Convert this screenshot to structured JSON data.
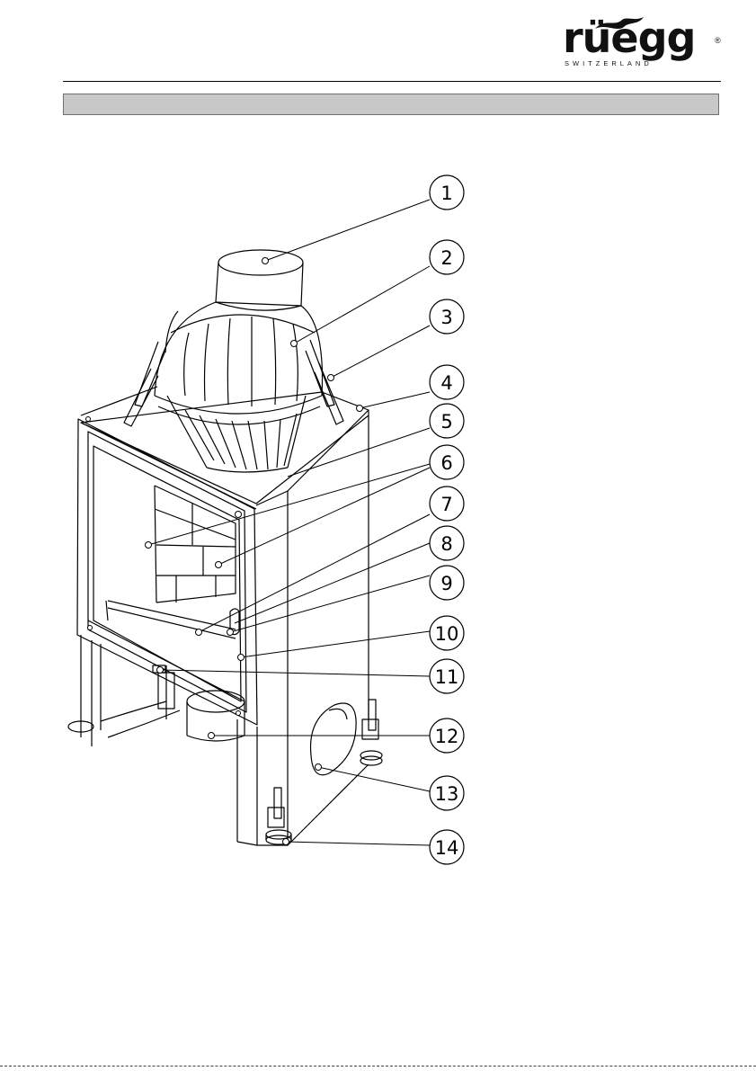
{
  "header": {
    "brand_wordmark": "rüegg",
    "brand_tagline": "SWITZERLAND",
    "brand_registered": "®",
    "section_title": ""
  },
  "callouts": [
    {
      "number": "1"
    },
    {
      "number": "2"
    },
    {
      "number": "3"
    },
    {
      "number": "4"
    },
    {
      "number": "5"
    },
    {
      "number": "6"
    },
    {
      "number": "7"
    },
    {
      "number": "8"
    },
    {
      "number": "9"
    },
    {
      "number": "10"
    },
    {
      "number": "11"
    },
    {
      "number": "12"
    },
    {
      "number": "13"
    },
    {
      "number": "14"
    }
  ],
  "colors": {
    "title_bar": "#c8c8c8",
    "line": "#000000"
  },
  "icons": [
    "flame-logo-icon"
  ]
}
